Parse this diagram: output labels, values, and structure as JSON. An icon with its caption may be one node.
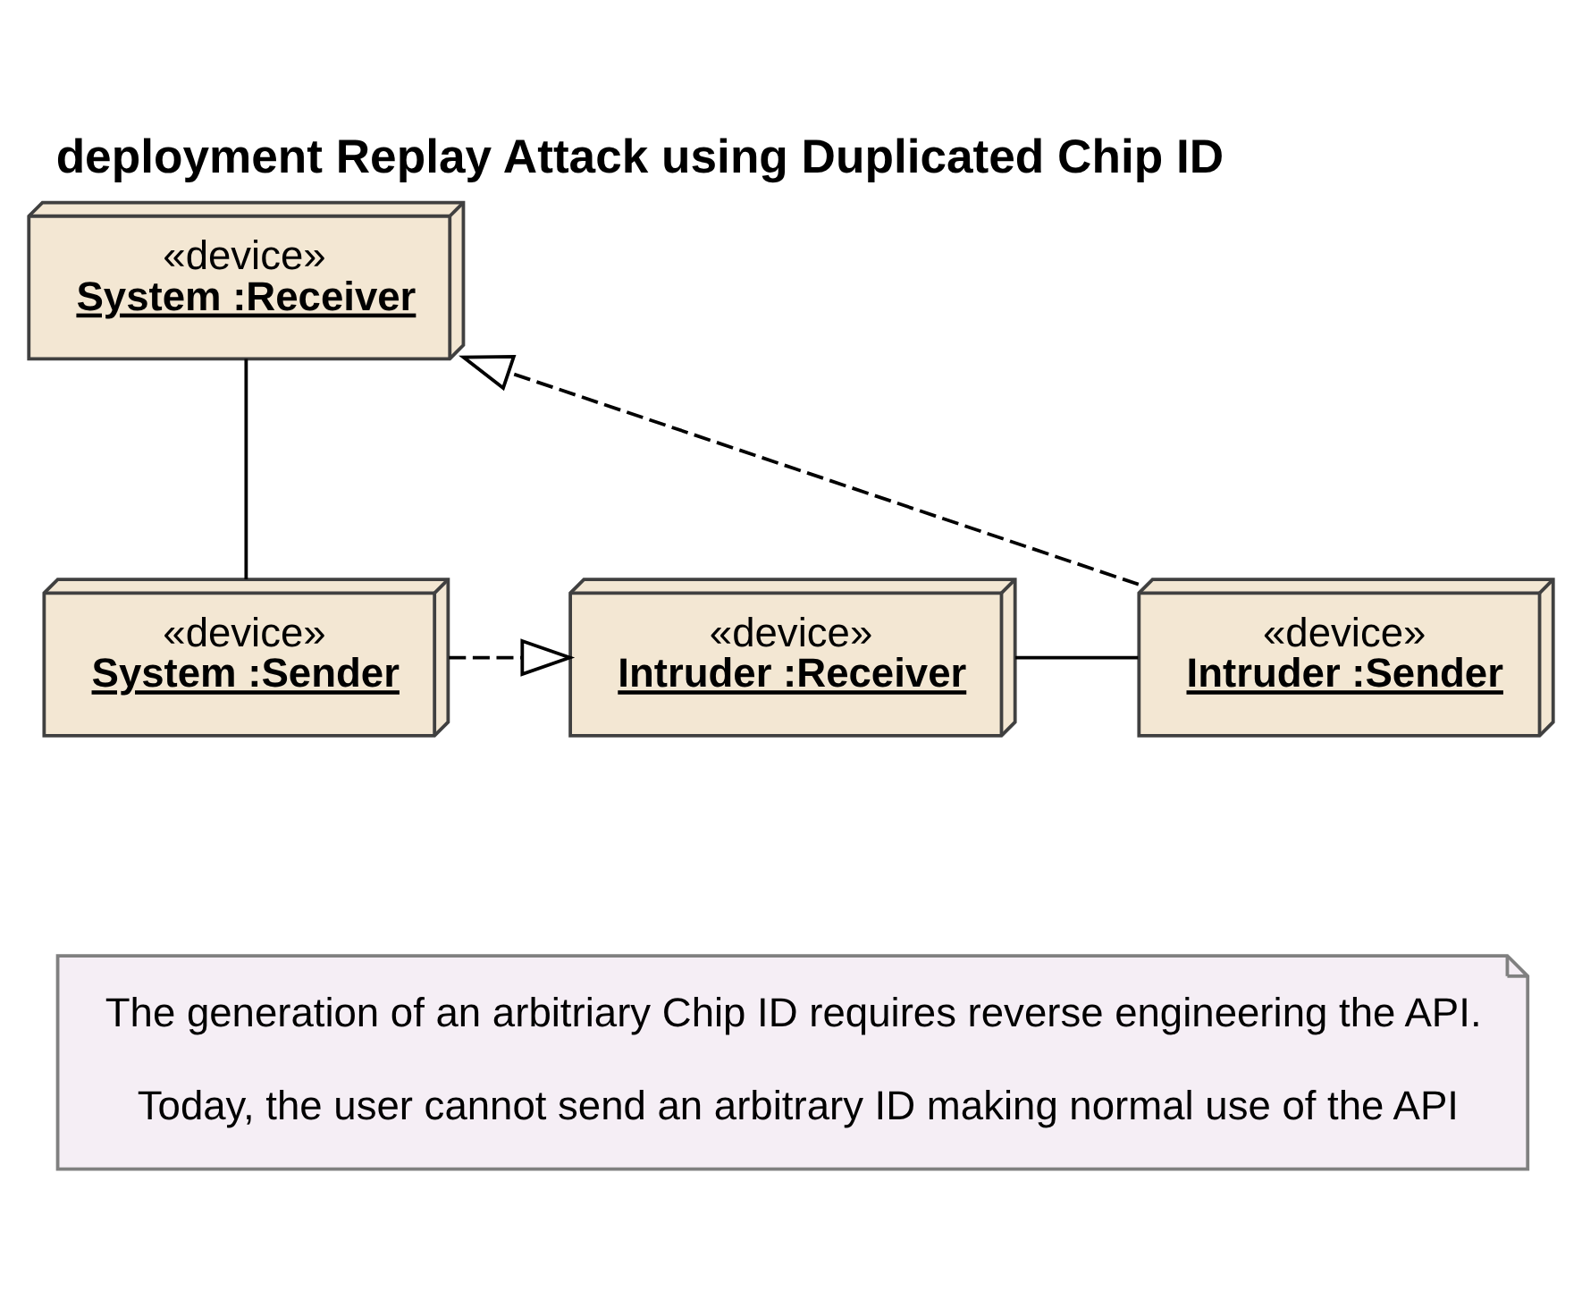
{
  "diagram": {
    "title": "deployment Replay Attack using Duplicated Chip ID",
    "nodes": [
      {
        "text": [
          "«device»",
          "System :Receiver"
        ]
      },
      {
        "text": [
          "«device»",
          "System :Sender"
        ]
      },
      {
        "text": [
          "«device»",
          "Intruder :Receiver"
        ]
      },
      {
        "text": [
          "«device»",
          "Intruder :Sender"
        ]
      },
      {
        "text": [
          "The generation of an arbitriary Chip ID requires reverse engineering the API.",
          "Today, the user cannot send an arbitrary ID making normal use of the API"
        ]
      }
    ],
    "edges": [
      {
        "from": 0,
        "to": 1,
        "arrow": "none"
      },
      {
        "from": 1,
        "to": 2,
        "arrow": "to",
        "style": "dashed"
      },
      {
        "from": 2,
        "to": 3,
        "arrow": "none"
      },
      {
        "from": 3,
        "to": 0,
        "arrow": "to",
        "style": "dashed"
      }
    ]
  }
}
